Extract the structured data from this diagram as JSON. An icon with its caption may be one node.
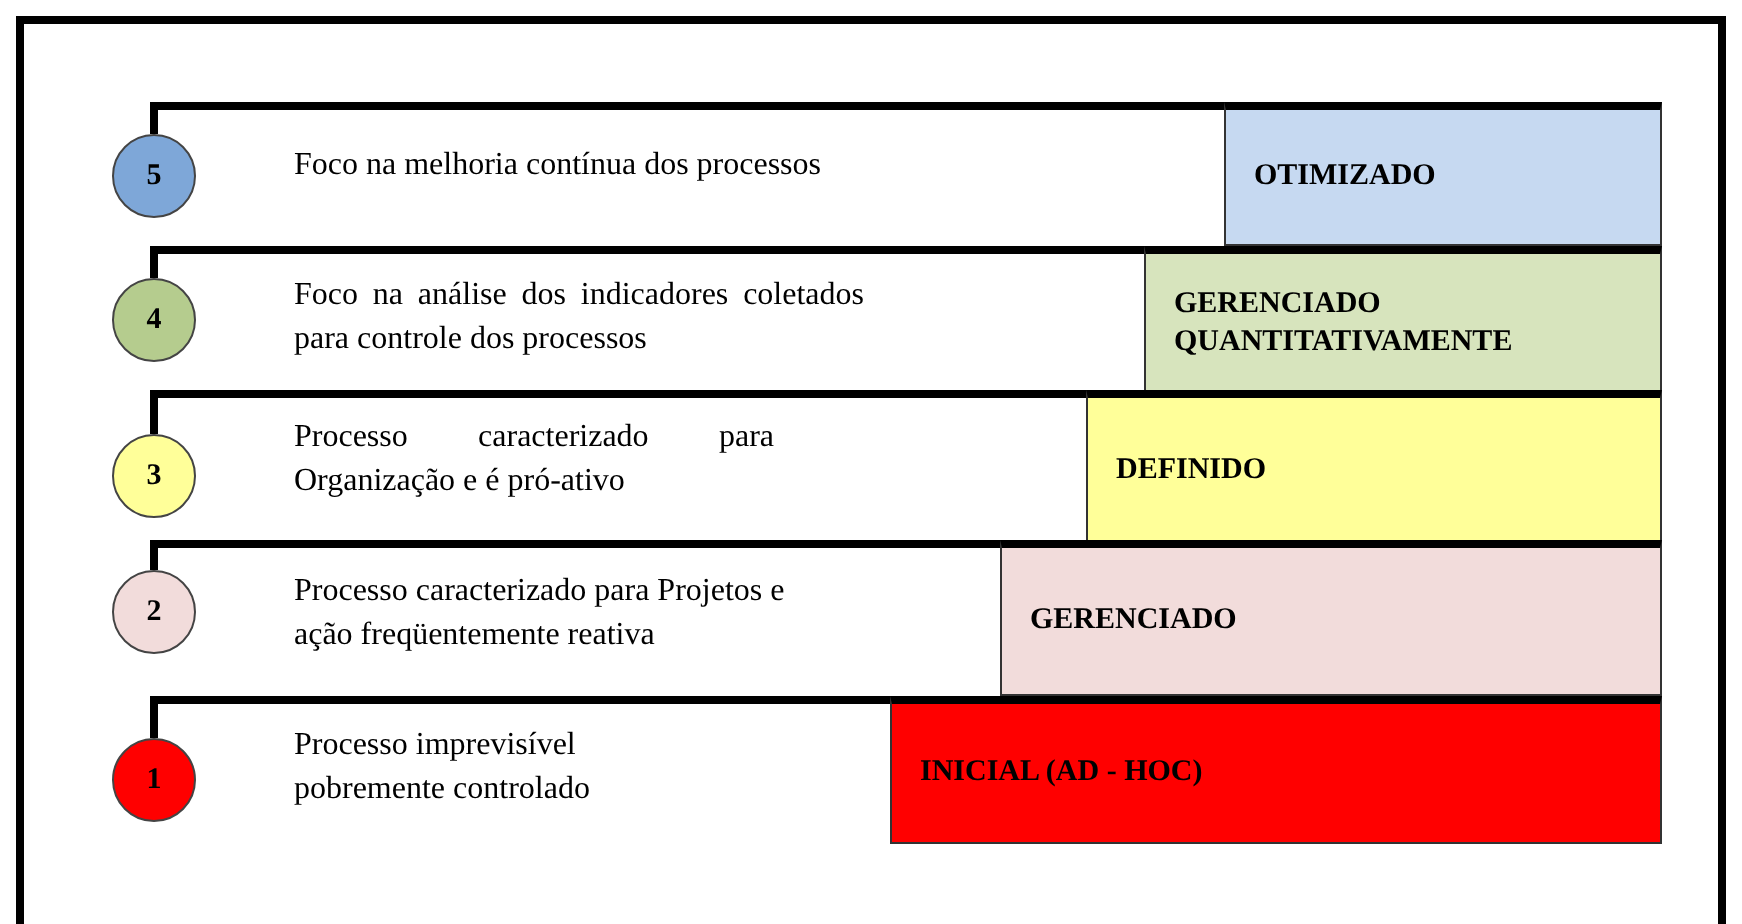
{
  "diagram": {
    "nodes": [
      {
        "text": [
          "5"
        ]
      },
      {
        "text": [
          "OTIMIZADO"
        ]
      },
      {
        "text": [
          "4"
        ]
      },
      {
        "text": [
          "GERENCIADO QUANTITATIVAMENTE"
        ]
      },
      {
        "text": [
          "3"
        ]
      },
      {
        "text": [
          "DEFINIDO"
        ]
      },
      {
        "text": [
          "2"
        ]
      },
      {
        "text": [
          "GERENCIADO"
        ]
      },
      {
        "text": [
          "1"
        ]
      },
      {
        "text": [
          "INICIAL (AD - HOC)"
        ]
      }
    ],
    "edges": [
      {
        "from": 0,
        "to": 1,
        "arrow": "none"
      },
      {
        "from": 2,
        "to": 3,
        "arrow": "none"
      },
      {
        "from": 4,
        "to": 5,
        "arrow": "none"
      },
      {
        "from": 6,
        "to": 7,
        "arrow": "none"
      },
      {
        "from": 8,
        "to": 9,
        "arrow": "none"
      }
    ],
    "labels": [
      "Foco na melhoria contínua dos processos",
      "Foco na análise dos indicadores coletados para controle dos processos",
      "Processo caracterizado para Organização e é pró-ativo",
      "Processo caracterizado para Projetos e ação freqüentemente reativa",
      "Processo imprevisível pobremente controlado"
    ]
  }
}
